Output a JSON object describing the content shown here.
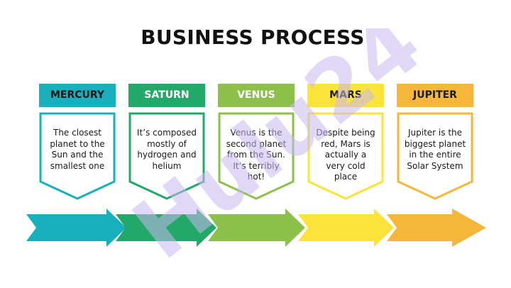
{
  "title": "BUSINESS PROCESS",
  "steps": [
    {
      "name": "MERCURY",
      "text": "The closest planet to the Sun and the smallest one",
      "color": "#19b0bd",
      "text_color": "#1a1a1a"
    },
    {
      "name": "SATURN",
      "text": "It’s composed mostly of hydrogen and helium",
      "color": "#22a869",
      "text_color": "#1a1a1a"
    },
    {
      "name": "VENUS",
      "text": "Venus is the second planet from the Sun. It’s terribly hot!",
      "color": "#8dc04a",
      "text_color": "#1a1a1a"
    },
    {
      "name": "MARS",
      "text": "Despite being red, Mars is actually a very cold place",
      "color": "#fbe33a",
      "text_color": "#1a1a1a"
    },
    {
      "name": "JUPITER",
      "text": "Jupiter is the biggest planet in the entire Solar System",
      "color": "#f5b63a",
      "text_color": "#1a1a1a"
    }
  ],
  "watermark": {
    "text": "Hulu24",
    "color": "#c8b8f0"
  }
}
